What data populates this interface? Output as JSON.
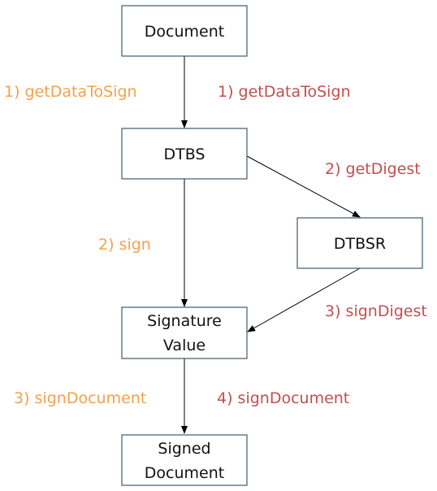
{
  "nodes": {
    "document": {
      "lines": [
        "Document"
      ]
    },
    "dtbs": {
      "lines": [
        "DTBS"
      ]
    },
    "dtbsr": {
      "lines": [
        "DTBSR"
      ]
    },
    "signature_value": {
      "lines": [
        "Signature",
        "Value"
      ]
    },
    "signed_document": {
      "lines": [
        "Signed",
        "Document"
      ]
    }
  },
  "labels": {
    "orange_get_data": "1) getDataToSign",
    "red_get_data": "1) getDataToSign",
    "red_get_digest": "2) getDigest",
    "orange_sign": "2) sign",
    "red_sign_digest": "3) signDigest",
    "orange_sign_document": "3) signDocument",
    "red_sign_document": "4) signDocument"
  },
  "colors": {
    "orange": "#f4a14a",
    "red": "#c0504d",
    "box_border": "#3e5a70"
  }
}
